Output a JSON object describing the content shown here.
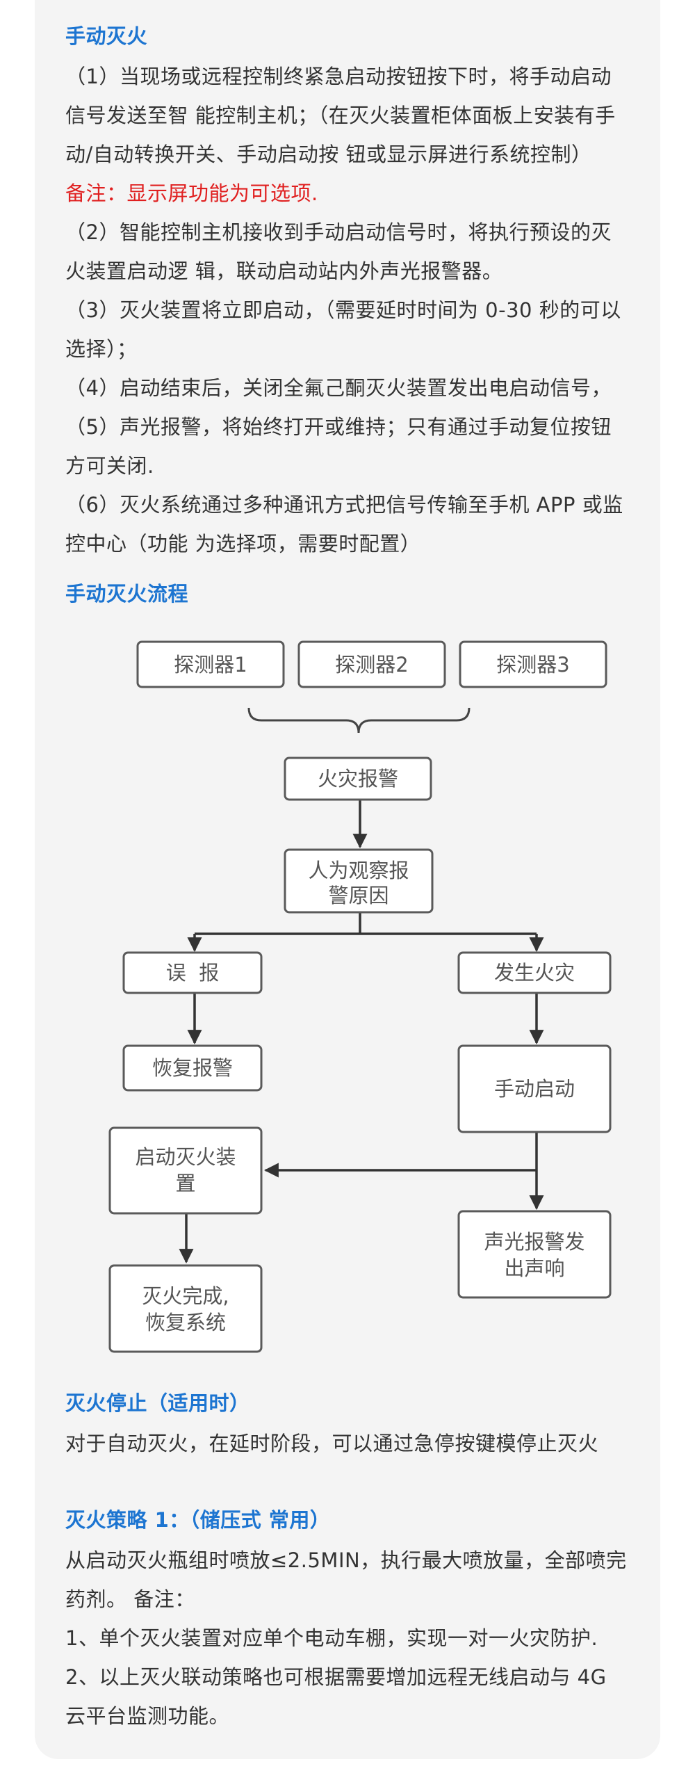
{
  "manual": {
    "title": "手动灭火",
    "lines": [
      "（1）当现场或远程控制终紧急启动按钮按下时，将手动启动",
      "信号发送至智 能控制主机；（在灭火装置柜体面板上安装有手",
      "动/自动转换开关、手动启动按 钮或显示屏进行系统控制）",
      "备注：显示屏功能为可选项.",
      "（2）智能控制主机接收到手动启动信号时，将执行预设的灭",
      "火装置启动逻 辑，联动启动站内外声光报警器。",
      "（3）灭火装置将立即启动，（需要延时时间为 0-30 秒的可以",
      "选择）；",
      "（4）启动结束后，关闭全氟己酮灭火装置发出电启动信号，",
      "（5）声光报警，将始终打开或维持；只有通过手动复位按钮",
      "方可关闭.",
      "（6）灭火系统通过多种通讯方式把信号传输至手机 APP 或监",
      "控中心（功能 为选择项，需要时配置）"
    ]
  },
  "flow": {
    "title": "手动灭火流程",
    "nodes": {
      "detector1": "探测器1",
      "detector2": "探测器2",
      "detector3": "探测器3",
      "fire_alarm": "火灾报警",
      "observe_l1": "人为观察报",
      "observe_l2": "警原因",
      "false_alarm": "误  报",
      "fire_occurs": "发生火灾",
      "restore_alarm": "恢复报警",
      "manual_start": "手动启动",
      "start_device_l1": "启动灭火装",
      "start_device_l2": "置",
      "sound_light_l1": "声光报警发",
      "sound_light_l2": "出声响",
      "done_l1": "灭火完成,",
      "done_l2": "恢复系统"
    }
  },
  "stop": {
    "title": "灭火停止（适用时）",
    "text": "对于自动灭火，在延时阶段，可以通过急停按键模停止灭火"
  },
  "strategy": {
    "title": "灭火策略 1：（储压式 常用）",
    "lines": [
      "从启动灭火瓶组时喷放≤2.5MIN，执行最大喷放量，全部喷完",
      "药剂。 备注：",
      "1、单个灭火装置对应单个电动车棚，实现一对一火灾防护.",
      "2、以上灭火联动策略也可根据需要增加远程无线启动与 4G",
      "云平台监测功能。"
    ]
  },
  "colors": {
    "accent": "#1d75d1",
    "note": "#e02020",
    "card": "#f4f4f4"
  }
}
